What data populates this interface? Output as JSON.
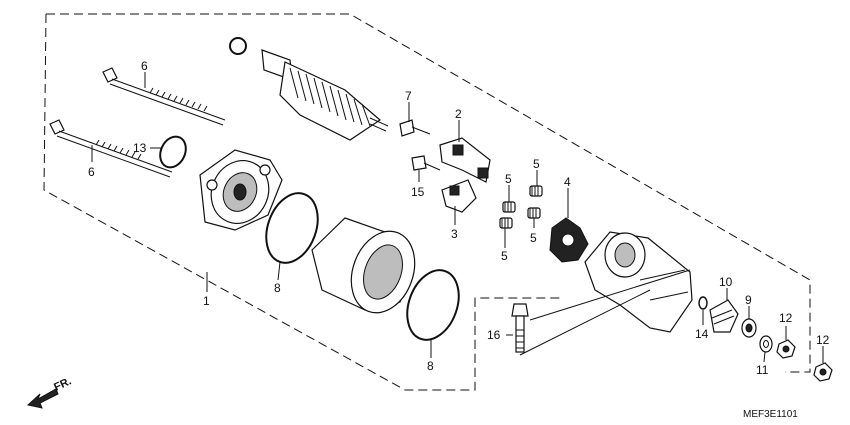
{
  "diagram_code": "MEF3E1101",
  "front_arrow_label": "FR.",
  "callouts": {
    "c1": "1",
    "c2": "2",
    "c3": "3",
    "c4": "4",
    "c5a": "5",
    "c5b": "5",
    "c5c": "5",
    "c5d": "5",
    "c6a": "6",
    "c6b": "6",
    "c7": "7",
    "c8a": "8",
    "c8b": "8",
    "c9": "9",
    "c10": "10",
    "c11": "11",
    "c12a": "12",
    "c12b": "12",
    "c13": "13",
    "c14": "14",
    "c15": "15",
    "c16": "16"
  }
}
